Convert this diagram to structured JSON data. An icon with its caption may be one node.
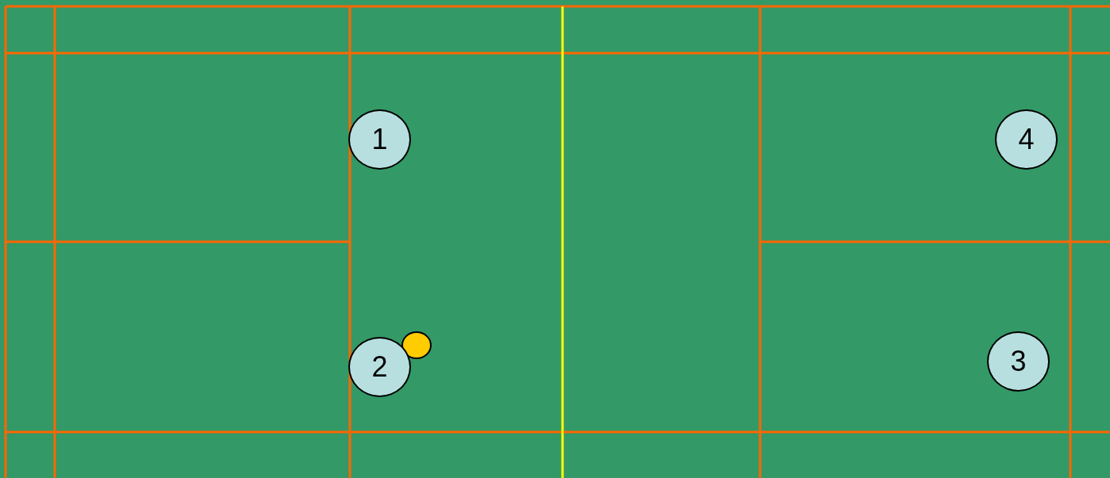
{
  "diagram": {
    "nodes": [
      {
        "text": [
          "1"
        ]
      },
      {
        "text": [
          "4"
        ]
      },
      {
        "text": [],
        "shape": "circle"
      },
      {
        "text": [
          "3"
        ]
      },
      {
        "text": [
          "2"
        ]
      }
    ],
    "edges": []
  }
}
